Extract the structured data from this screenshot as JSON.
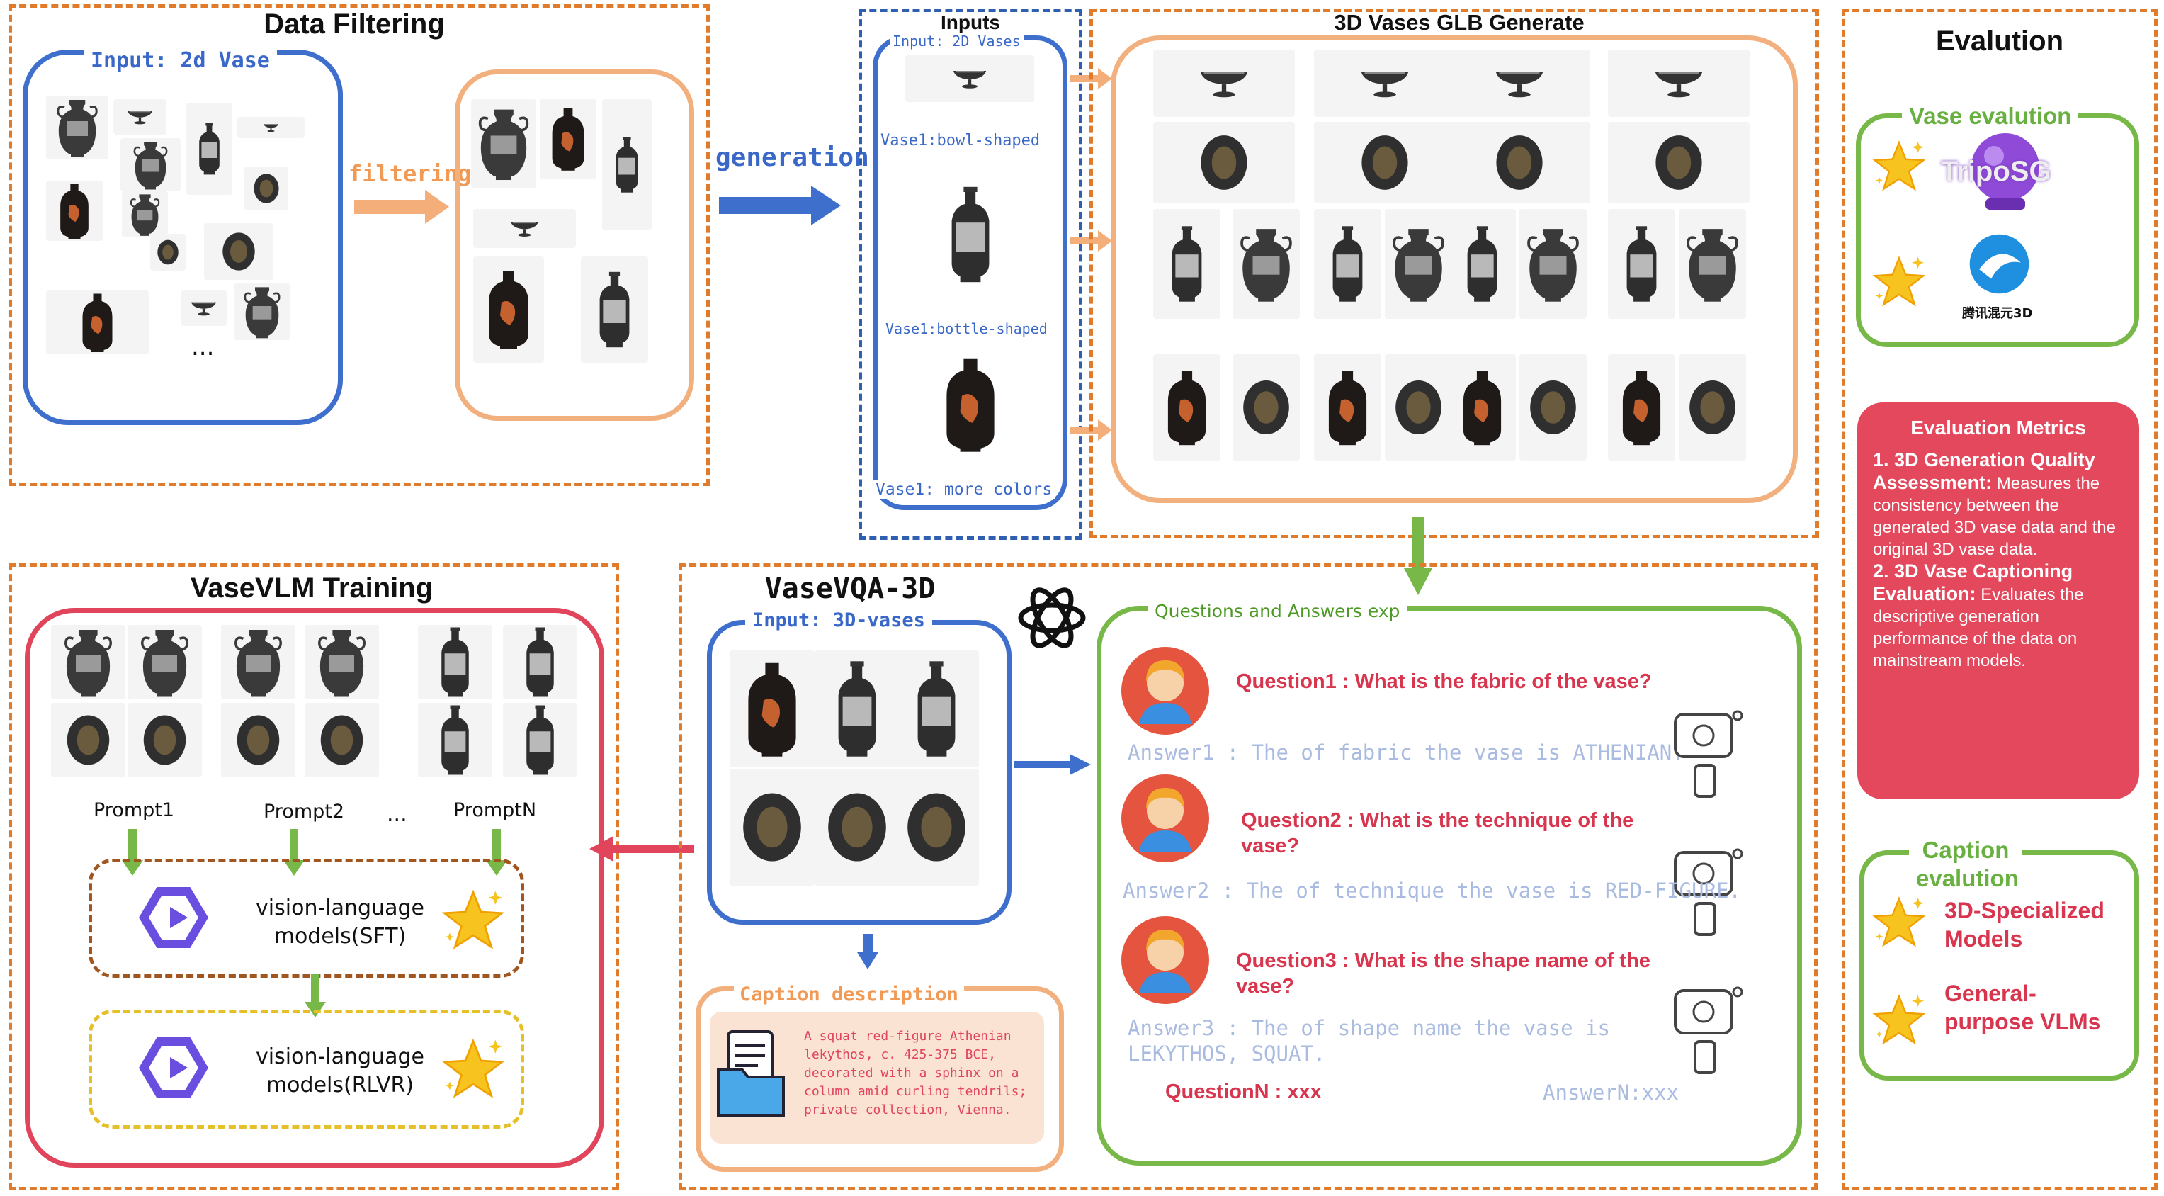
{
  "data_filtering": {
    "title": "Data Filtering",
    "input_label": "Input: 2d Vase",
    "ellipsis": "...",
    "arrow_label": "filtering"
  },
  "generation_label": "generation",
  "inputs": {
    "title": "Inputs",
    "subtitle": "Input: 2D Vases",
    "vase_bowl": "Vase1:bowl-shaped",
    "vase_bottle": "Vase1:bottle-shaped",
    "vase_colors": "Vase1: more colors"
  },
  "glb": {
    "title": "3D Vases GLB Generate"
  },
  "evalution": {
    "title": "Evalution",
    "vase_eval_label": "Vase evalution",
    "tripo_label": "TripoSG",
    "hunyuan_label": "腾讯混元3D",
    "metrics_title": "Evaluation Metrics",
    "m1_head": "1. 3D Generation Quality Assessment:",
    "m1_body": "Measures the consistency between the generated 3D vase data and the original 3D vase data.",
    "m2_head": "2. 3D Vase Captioning Evaluation:",
    "m2_body": "Evaluates the descriptive generation performance of the data on mainstream models.",
    "caption_eval_label": "Caption evalution",
    "caption_item1": "3D-Specialized Models",
    "caption_item2": "General-purpose VLMs"
  },
  "training": {
    "title": "VaseVLM Training",
    "prompt1": "Prompt1",
    "prompt2": "Prompt2",
    "ellipsis": "...",
    "promptN": "PromptN",
    "sft_label": "vision-language models(SFT)",
    "rlvr_label": "vision-language models(RLVR)"
  },
  "vqa": {
    "title": "VaseVQA-3D",
    "input_label": "Input: 3D-vases",
    "caption_title": "Caption description",
    "caption_text": "A squat red-figure Athenian lekythos, c. 425-375 BCE, decorated with a sphinx on a column amid curling tendrils; private collection, Vienna."
  },
  "qa": {
    "title": "Questions and Answers exp",
    "q1": "Question1 : What is the fabric of the vase?",
    "a1": "Answer1 : The of fabric the vase is ATHENIAN.",
    "q2": "Question2 : What is the technique of the vase?",
    "a2": "Answer2 : The of technique the vase is RED-FIGURE.",
    "q3": "Question3 : What is the shape name of the vase?",
    "a3": "Answer3 : The of shape name the vase is LEKYTHOS, SQUAT.",
    "qN": "QuestionN : xxx",
    "aN": "AnswerN:xxx"
  },
  "colors": {
    "orange_dash": "#e07b2c",
    "blue": "#3f6fcc",
    "peach": "#f2b07e",
    "red": "#e0455c",
    "green": "#78b848",
    "metrics_bg": "#e3485c"
  }
}
